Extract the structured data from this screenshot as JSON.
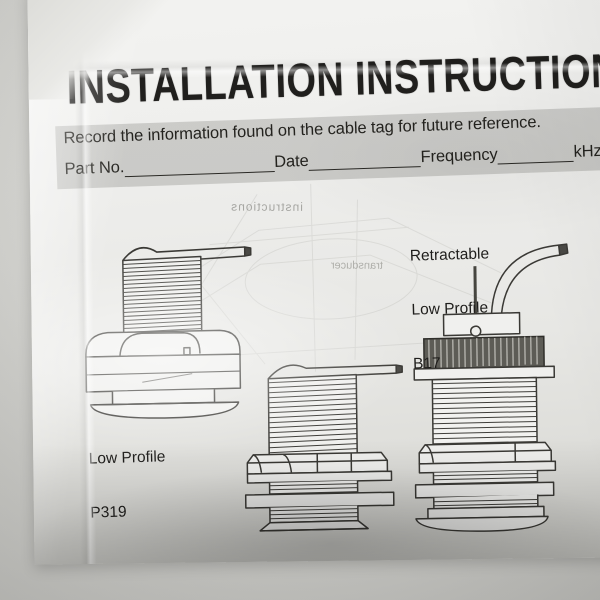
{
  "document": {
    "title": "INSTALLATION  INSTRUCTIONS",
    "instruction_line": "Record the information found on the cable tag for future reference.",
    "fields": [
      {
        "label": "Part No.",
        "value": ""
      },
      {
        "label": "Date",
        "value": ""
      },
      {
        "label": "Frequency",
        "value": ""
      }
    ],
    "frequency_unit": "kHz"
  },
  "diagrams": [
    {
      "id": "p319",
      "label_line1": "Low Profile",
      "label_line2": "P319",
      "description": "bronze low-profile through-hull transducer with ribbed stem and cable"
    },
    {
      "id": "center",
      "label_line1": "",
      "label_line2": "",
      "description": "threaded transducer stem with hex nut and washer"
    },
    {
      "id": "b17",
      "label_line1": "Retractable",
      "label_line2": "Low Profile",
      "label_line3": "B17",
      "description": "retractable low profile transducer with knurled cap, threaded body, hex nut and fairing"
    }
  ],
  "colors": {
    "paper": "#efefec",
    "ink": "#201f1d",
    "band": "#9b9b97",
    "backdrop": "#cdcdc9",
    "line": "#3a3935"
  }
}
